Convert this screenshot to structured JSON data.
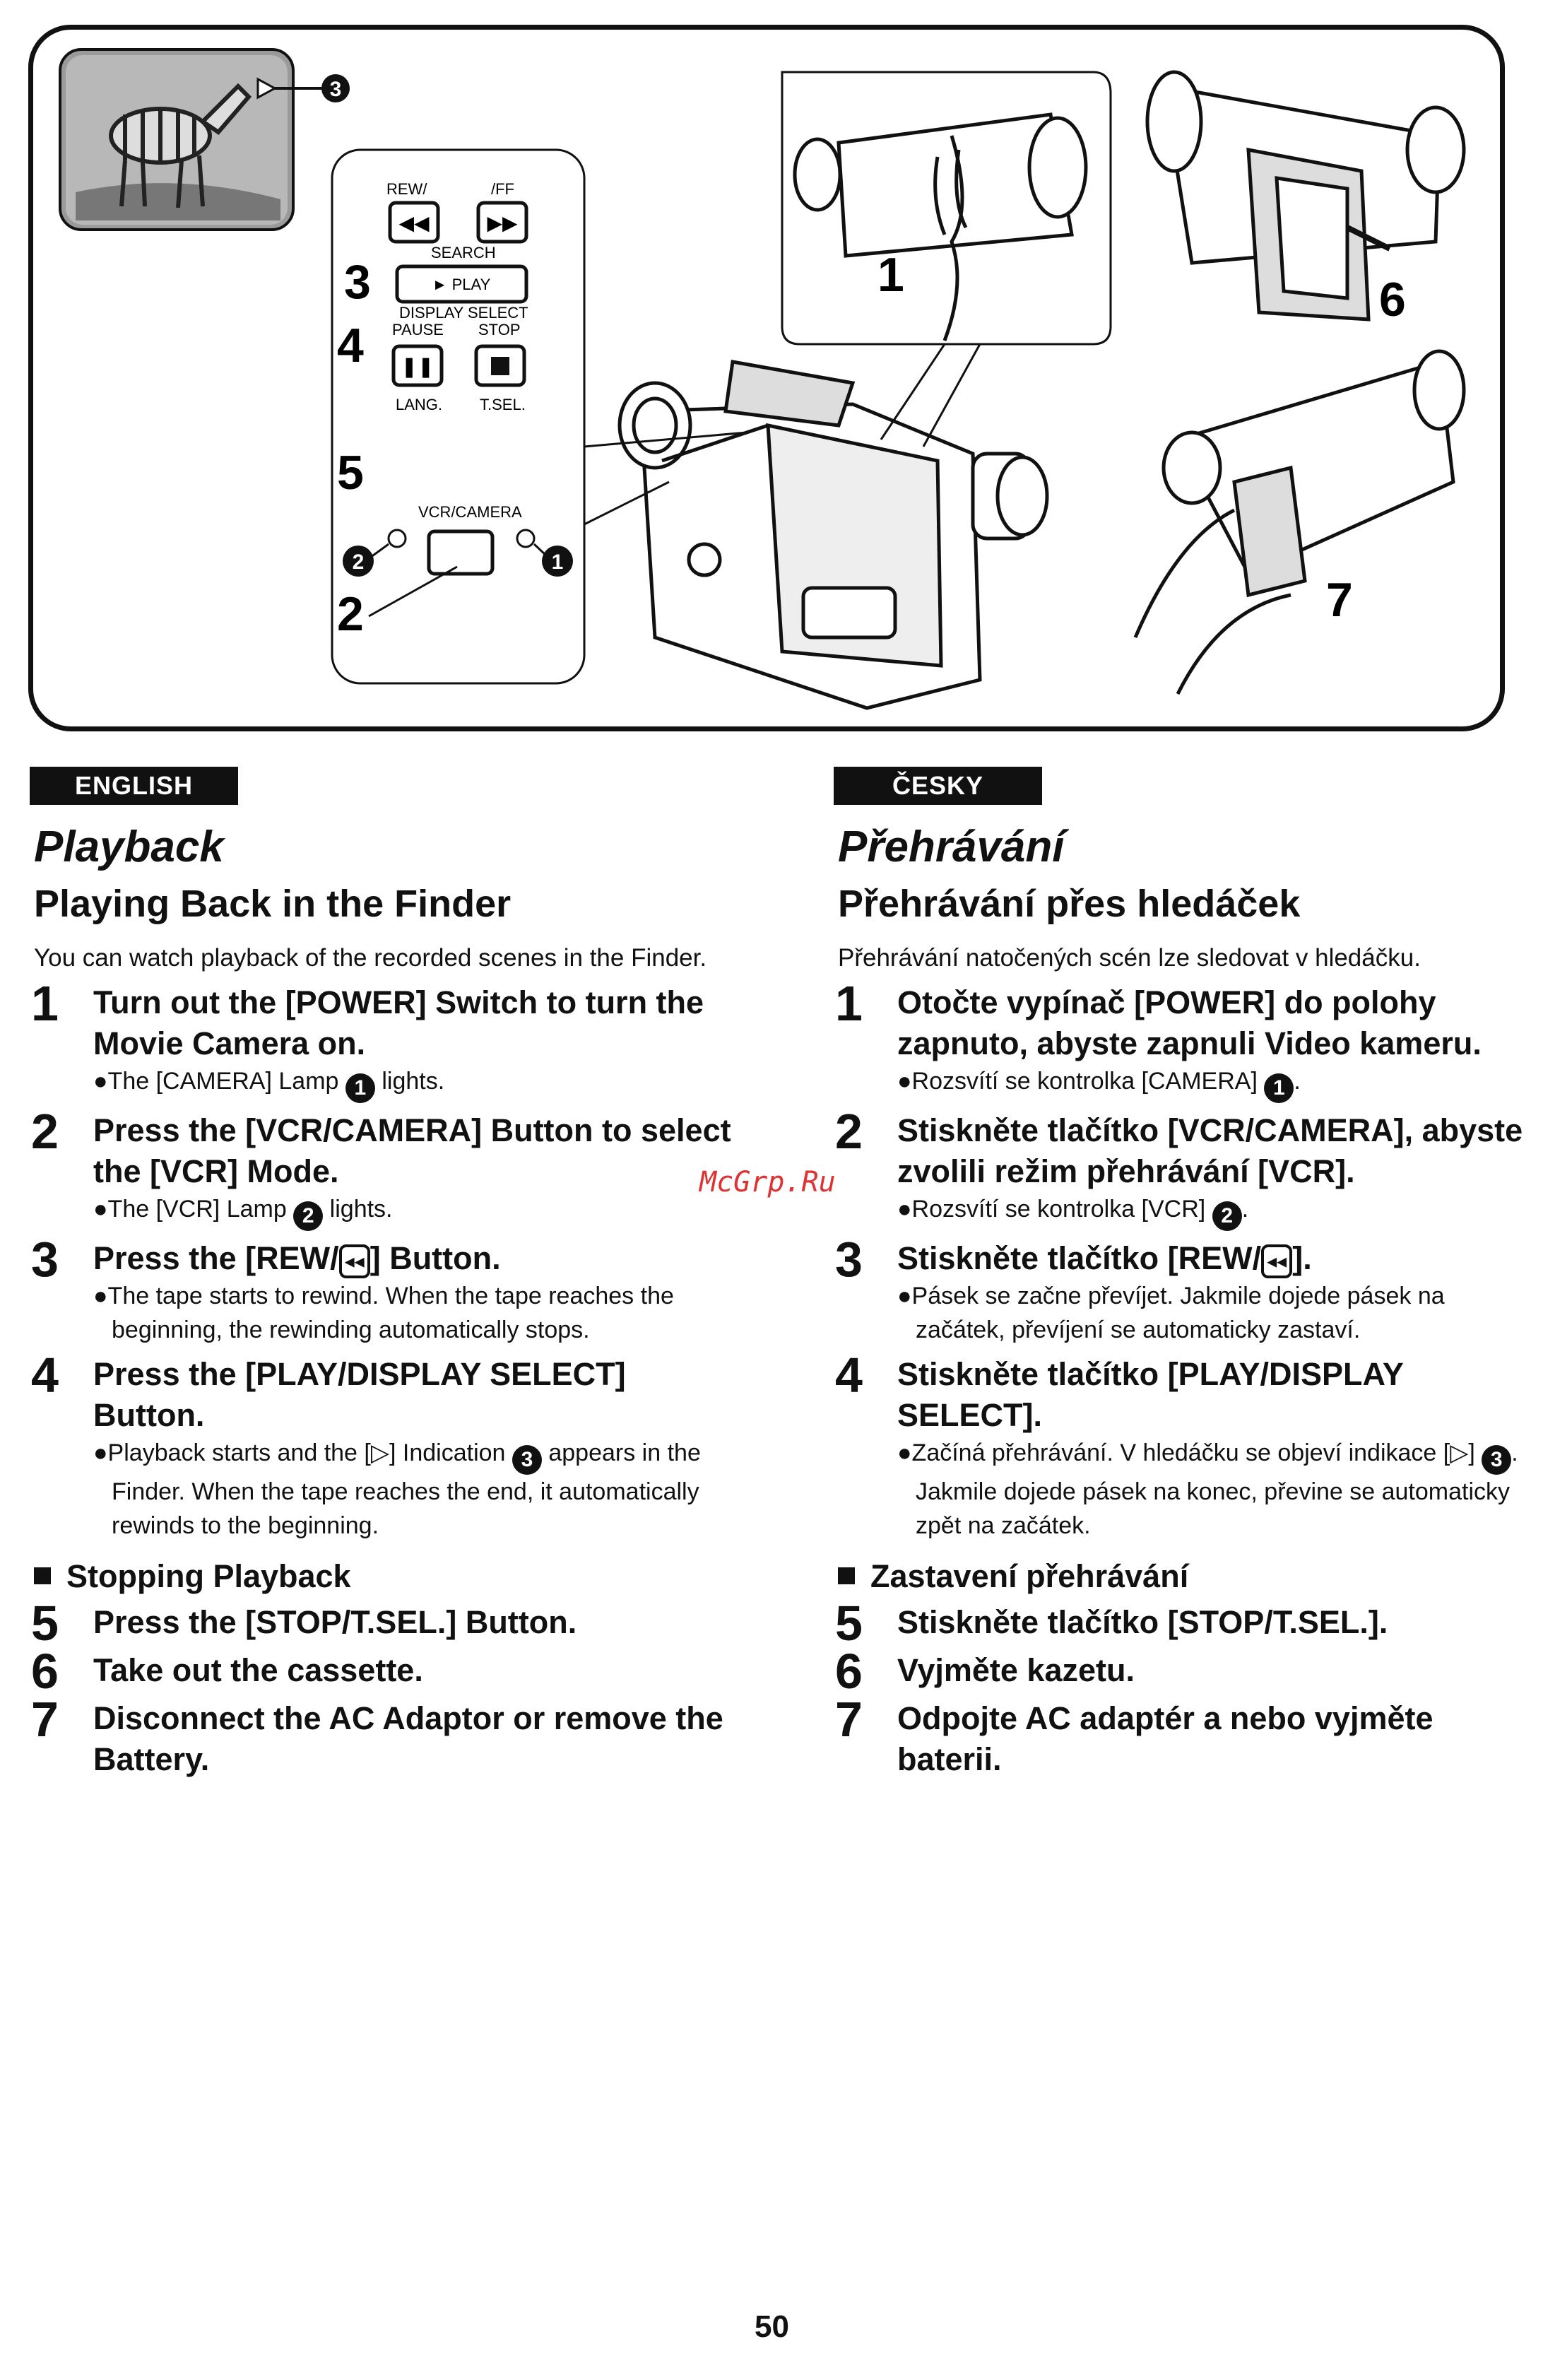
{
  "illustration": {
    "callouts": {
      "c3_top": "3",
      "step3": "3",
      "step4": "4",
      "step5": "5",
      "step2": "2",
      "lamp2": "2",
      "lamp1": "1",
      "step1": "1",
      "step6": "6",
      "step7": "7"
    },
    "panel": {
      "rew_label": "REW/",
      "ff_label": "/FF",
      "search_label": "SEARCH",
      "play_label": "► PLAY",
      "display_select_label": "DISPLAY SELECT",
      "pause_label": "PAUSE",
      "stop_label": "STOP",
      "lang_label": "LANG.",
      "tsel_label": "T.SEL.",
      "vcr_camera_label": "VCR/CAMERA"
    }
  },
  "english": {
    "badge": "ENGLISH",
    "title": "Playback",
    "subtitle": "Playing Back in the Finder",
    "intro": "You can watch playback of the recorded scenes in the Finder.",
    "steps": [
      {
        "num": "1",
        "head": "Turn out the [POWER] Switch to turn the Movie Camera on.",
        "bullet_pre": "The [CAMERA] Lamp",
        "bullet_circ": "1",
        "bullet_post": "lights."
      },
      {
        "num": "2",
        "head": "Press the [VCR/CAMERA] Button to select the [VCR] Mode.",
        "bullet_pre": "The [VCR] Lamp",
        "bullet_circ": "2",
        "bullet_post": "lights."
      },
      {
        "num": "3",
        "head_pre": "Press the [REW/",
        "head_post": "] Button.",
        "bullet": "The tape starts to rewind. When the tape reaches the beginning, the rewinding automatically stops."
      },
      {
        "num": "4",
        "head": "Press the [PLAY/DISPLAY SELECT] Button.",
        "bullet_pre": "Playback starts and the [▷] Indication",
        "bullet_circ": "3",
        "bullet_post": "appears in the Finder. When the tape reaches the end, it automatically rewinds to the beginning."
      }
    ],
    "stop_section": "Stopping Playback",
    "stop_steps": [
      {
        "num": "5",
        "head": "Press the [STOP/T.SEL.] Button."
      },
      {
        "num": "6",
        "head": "Take out the cassette."
      },
      {
        "num": "7",
        "head": "Disconnect the AC Adaptor or remove the Battery."
      }
    ]
  },
  "czech": {
    "badge": "ČESKY",
    "title": "Přehrávání",
    "subtitle": "Přehrávání přes hledáček",
    "intro": "Přehrávání natočených scén lze sledovat v hledáčku.",
    "steps": [
      {
        "num": "1",
        "head": "Otočte vypínač [POWER] do polohy zapnuto, abyste zapnuli Video kameru.",
        "bullet_pre": "Rozsvítí se kontrolka [CAMERA]",
        "bullet_circ": "1",
        "bullet_post": "."
      },
      {
        "num": "2",
        "head": "Stiskněte tlačítko [VCR/CAMERA], abyste zvolili režim přehrávání [VCR].",
        "bullet_pre": "Rozsvítí se kontrolka [VCR]",
        "bullet_circ": "2",
        "bullet_post": "."
      },
      {
        "num": "3",
        "head_pre": "Stiskněte tlačítko [REW/",
        "head_post": "].",
        "bullet": "Pásek se začne převíjet. Jakmile dojede pásek na začátek, převíjení se automaticky zastaví."
      },
      {
        "num": "4",
        "head": "Stiskněte tlačítko [PLAY/DISPLAY SELECT].",
        "bullet_pre": "Začíná přehrávání. V hledáčku se objeví indikace [▷]",
        "bullet_circ": "3",
        "bullet_post": ". Jakmile dojede pásek na konec, převine se automaticky zpět na začátek."
      }
    ],
    "stop_section": "Zastavení přehrávání",
    "stop_steps": [
      {
        "num": "5",
        "head": "Stiskněte tlačítko [STOP/T.SEL.]."
      },
      {
        "num": "6",
        "head": "Vyjměte kazetu."
      },
      {
        "num": "7",
        "head": "Odpojte AC adaptér a nebo vyjměte baterii."
      }
    ]
  },
  "rew_symbol": "◂◂",
  "watermark": "McGrp.Ru",
  "page_number": "50"
}
